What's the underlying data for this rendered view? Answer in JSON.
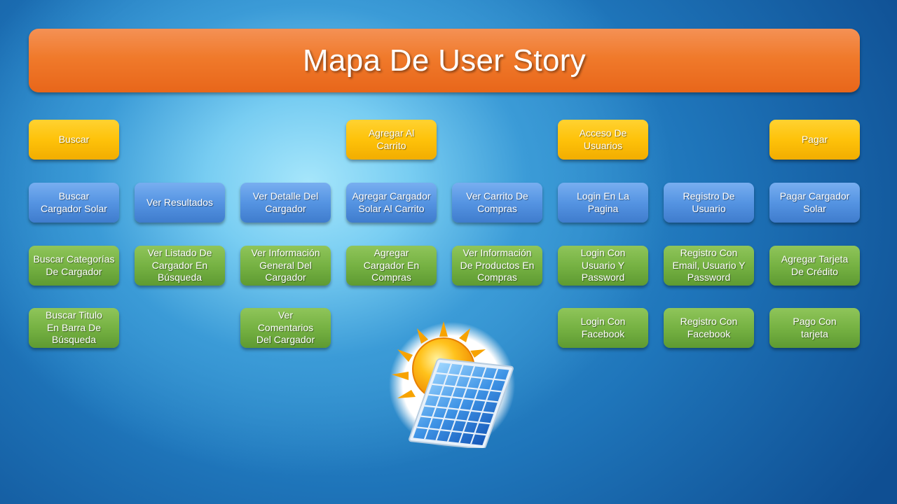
{
  "title": "Mapa De User Story",
  "epics": [
    {
      "label": "Buscar"
    },
    {
      "label": "Agregar Al Carrito"
    },
    {
      "label": "Acceso De Usuarios"
    },
    {
      "label": "Pagar"
    }
  ],
  "stories": [
    {
      "label": "Buscar Cargador Solar"
    },
    {
      "label": "Ver Resultados"
    },
    {
      "label": "Ver Detalle Del Cargador"
    },
    {
      "label": "Agregar Cargador Solar Al Carrito"
    },
    {
      "label": "Ver Carrito De Compras"
    },
    {
      "label": "Login En La Pagina"
    },
    {
      "label": "Registro De Usuario"
    },
    {
      "label": "Pagar Cargador Solar"
    }
  ],
  "tasks_row1": [
    {
      "label": "Buscar Categorías De Cargador"
    },
    {
      "label": "Ver Listado De Cargador En Búsqueda"
    },
    {
      "label": "Ver Información General Del Cargador"
    },
    {
      "label": "Agregar Cargador En Compras"
    },
    {
      "label": "Ver Información De Productos En Compras"
    },
    {
      "label": "Login Con Usuario Y Password"
    },
    {
      "label": "Registro Con Email, Usuario Y Password"
    },
    {
      "label": "Agregar Tarjeta De Crédito"
    }
  ],
  "tasks_row2": [
    {
      "label": "Buscar Titulo En Barra De Búsqueda"
    },
    {
      "label": "Ver Comentarios Del Cargador"
    },
    {
      "label": "Login Con Facebook"
    },
    {
      "label": "Registro Con Facebook"
    },
    {
      "label": "Pago Con tarjeta"
    }
  ],
  "colors": {
    "title_bar": "#f07a2b",
    "epic": "#fec20a",
    "story": "#5594e2",
    "task": "#76b243"
  },
  "illustration": "solar-panel-with-sun"
}
